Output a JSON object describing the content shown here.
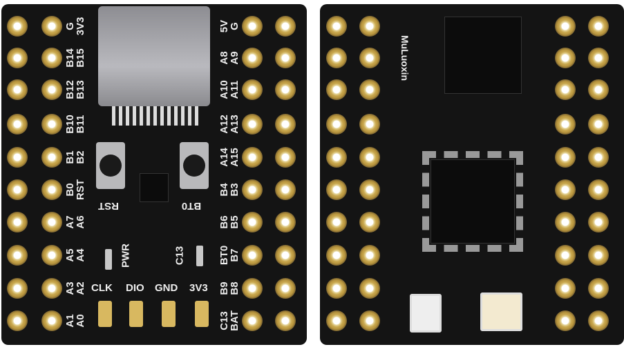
{
  "front": {
    "left_labels": [
      [
        "G",
        "3V3"
      ],
      [
        "B14",
        "B15"
      ],
      [
        "B12",
        "B13"
      ],
      [
        "B10",
        "B11"
      ],
      [
        "B1",
        "B2"
      ],
      [
        "B0",
        "RST"
      ],
      [
        "A7",
        "A6"
      ],
      [
        "A5",
        "A4"
      ],
      [
        "A3",
        "A2"
      ],
      [
        "A1",
        "A0"
      ]
    ],
    "right_labels": [
      [
        "5V",
        "G"
      ],
      [
        "A8",
        "A9"
      ],
      [
        "A10",
        "A11"
      ],
      [
        "A12",
        "A13"
      ],
      [
        "A14",
        "A15"
      ],
      [
        "B4",
        "B3"
      ],
      [
        "B6",
        "B5"
      ],
      [
        "BT0",
        "B7"
      ],
      [
        "B9",
        "B8"
      ],
      [
        "C13",
        "BAT"
      ]
    ],
    "bottom_labels": [
      "CLK",
      "DIO",
      "GND",
      "3V3"
    ],
    "button_labels": [
      "RST",
      "BT0"
    ],
    "led_labels": [
      "PWR",
      "C13"
    ]
  },
  "back": {
    "logo_text": "MuLuoxin"
  },
  "colors": {
    "pcb": "#141414",
    "gold": "#c9a84f"
  }
}
